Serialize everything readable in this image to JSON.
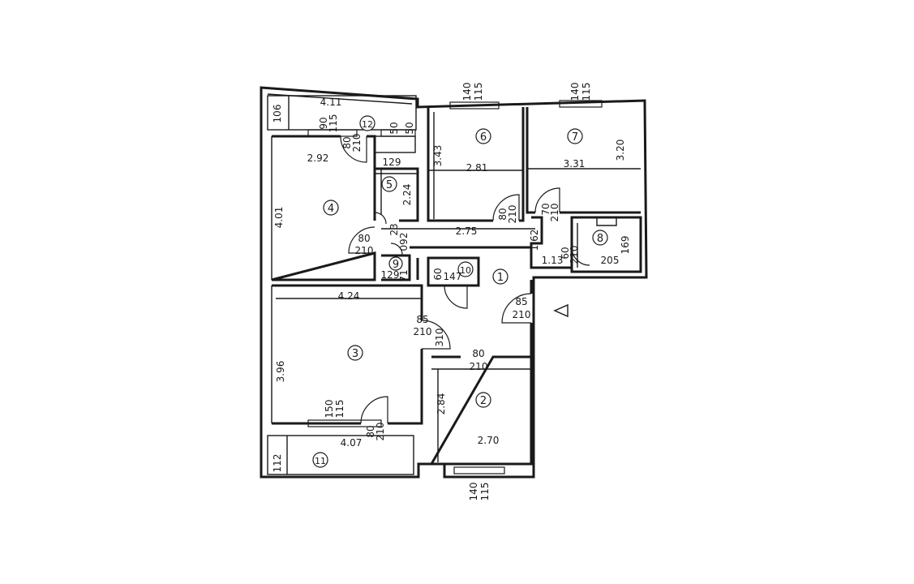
{
  "room_numbers": [
    "1",
    "2",
    "3",
    "4",
    "5",
    "6",
    "7",
    "8",
    "9",
    "10",
    "11",
    "12"
  ],
  "dimensions": {
    "r12_width": "4.11",
    "r12_depth": "106",
    "r12_win_w": "90",
    "r12_win_h": "115",
    "r12_door_w": "80",
    "r12_door_h": "210",
    "r12_win2_w": "50",
    "r12_win2_h": "50",
    "r6_win_w": "140",
    "r6_win_h": "115",
    "r7_win_w": "140",
    "r7_win_h": "115",
    "r4_width": "2.92",
    "r4_depth": "4.01",
    "r5_width": "129",
    "r5_depth": "2.24",
    "r6_depth": "3.43",
    "r6_width": "2.81",
    "r7_width": "3.31",
    "r7_depth": "3.20",
    "r6_door_w": "80",
    "r6_door_h": "210",
    "r7_door_w": "70",
    "r7_door_h": "210",
    "hall_width": "2.75",
    "r8_door_w": "60",
    "r8_door_h": "210",
    "r8_depth": "169",
    "r8_width": "205",
    "r8_side": "1.13",
    "corr_depth": "1.62",
    "r4_door_w": "80",
    "r4_door_h": "210",
    "r5_door": "23",
    "r9_depth": "092",
    "r9_width": "129",
    "r9_door": "71",
    "r10_door": "60",
    "r10_width": "147",
    "entry_w": "85",
    "entry_h": "210",
    "r3_width": "4.24",
    "r3_depth": "3.96",
    "r3_door_w": "85",
    "r3_door_h": "210",
    "hall_depth": "310",
    "r2_door_w": "80",
    "r2_door_h": "210",
    "r2_depth": "2.84",
    "r2_width": "2.70",
    "r3_win_w": "150",
    "r3_win_h": "115",
    "r11_door_w": "80",
    "r11_door_h": "210",
    "r11_width": "4.07",
    "r11_depth": "112",
    "r2_win_w": "140",
    "r2_win_h": "115"
  }
}
